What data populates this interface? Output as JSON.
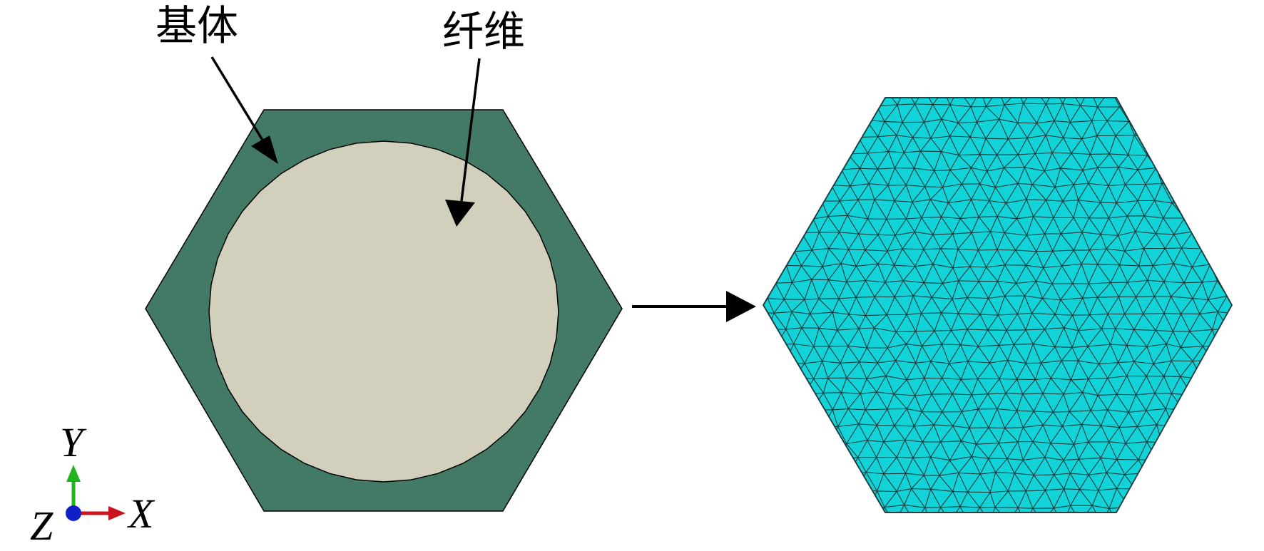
{
  "labels": {
    "matrix": "基体",
    "fiber": "纤维"
  },
  "axes": {
    "y": "Y",
    "x": "X",
    "z": "Z"
  },
  "colors": {
    "matrix": "#427a66",
    "fiber": "#d2d0bc",
    "mesh_fill": "#12d4d8",
    "mesh_line": "#1a3a3c",
    "outline": "#000000",
    "axis_y": "#1fb51f",
    "axis_x": "#c8141a",
    "axis_origin": "#1020c8"
  },
  "icons": {
    "transition_arrow": "right-arrow-icon",
    "axis_triad": "xyz-triad-icon"
  }
}
